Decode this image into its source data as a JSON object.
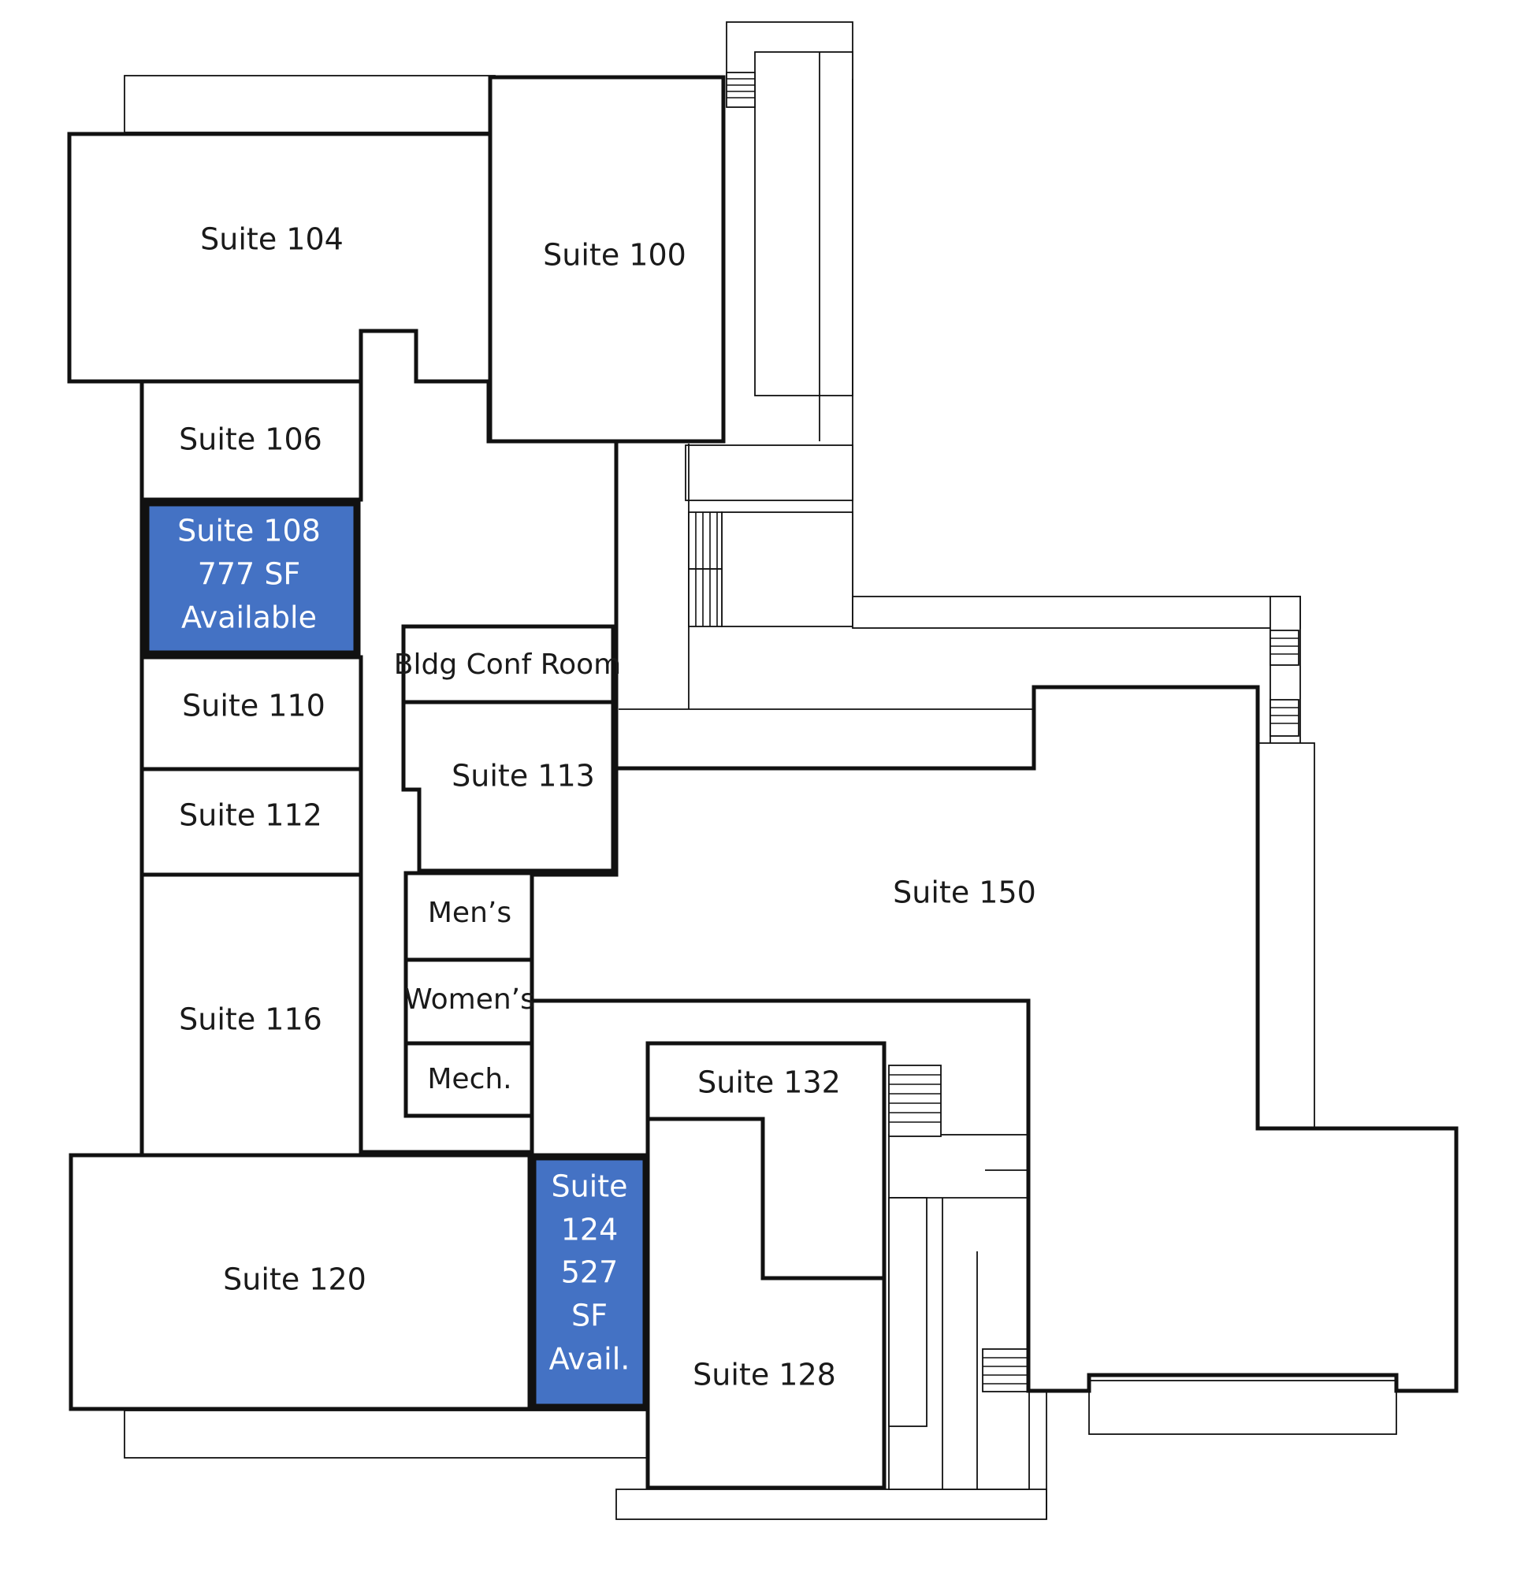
{
  "colors": {
    "available": "#4472c4",
    "wall": "#111111",
    "background": "#ffffff",
    "available_text": "#ffffff"
  },
  "rooms": {
    "suite_100": "Suite 100",
    "suite_104": "Suite 104",
    "suite_106": "Suite 106",
    "suite_108": [
      "Suite 108",
      "777 SF",
      "Available"
    ],
    "suite_110": "Suite 110",
    "suite_112": "Suite 112",
    "suite_113": "Suite 113",
    "suite_116": "Suite 116",
    "suite_120": "Suite 120",
    "suite_124": [
      "Suite",
      "124",
      "527",
      "SF",
      "Avail."
    ],
    "suite_128": "Suite 128",
    "suite_132": "Suite 132",
    "suite_150": "Suite 150",
    "bldg_conf_room": "Bldg Conf Room",
    "mens": "Men’s",
    "womens": "Women’s",
    "mech": "Mech."
  }
}
